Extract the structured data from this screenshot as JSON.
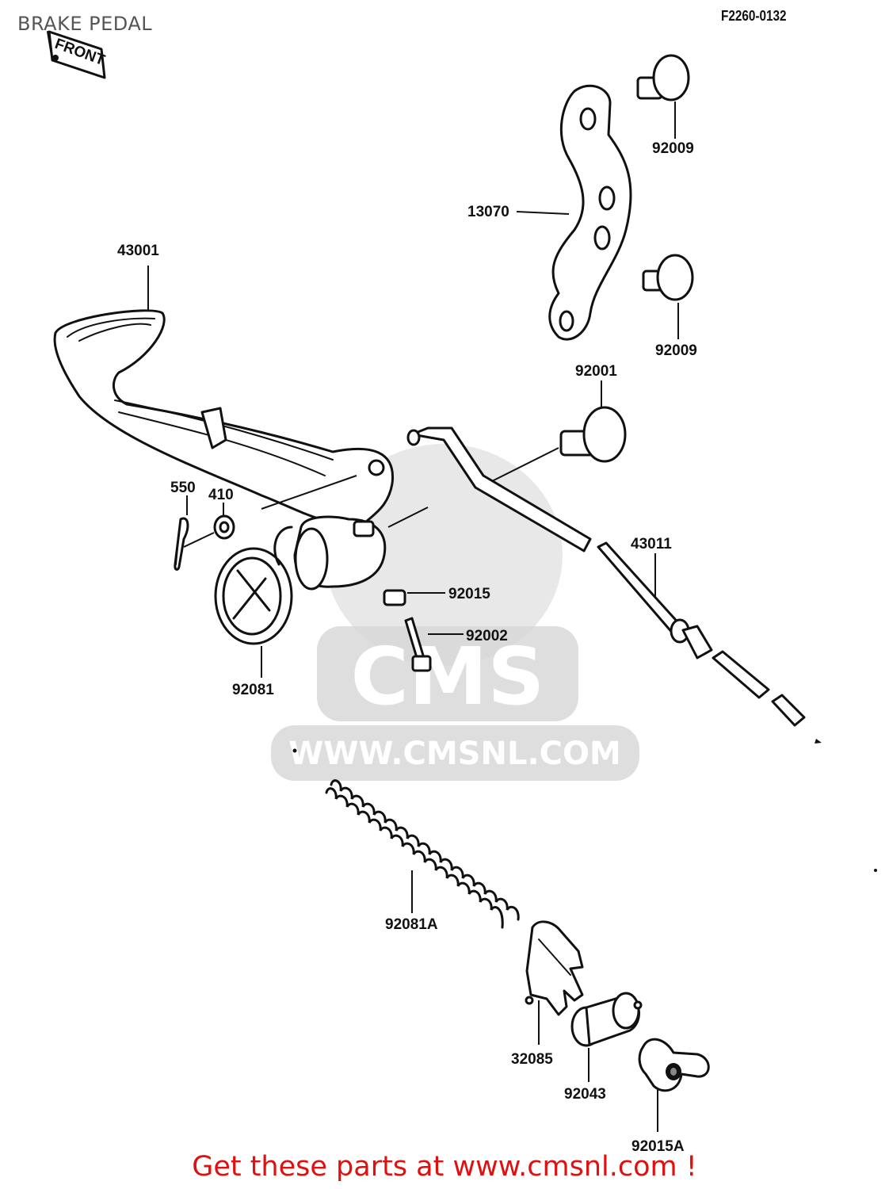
{
  "page": {
    "title": "BRAKE PEDAL",
    "figure_code": "F2260-0132",
    "footer": "Get these parts at www.cmsnl.com !"
  },
  "diagram": {
    "front_marker": "FRONT",
    "watermark": {
      "logo_text": "CMS",
      "url_text": "WWW.CMSNL.COM"
    },
    "parts": [
      {
        "id": "p-92009a",
        "number": "92009"
      },
      {
        "id": "p-13070",
        "number": "13070"
      },
      {
        "id": "p-43001",
        "number": "43001"
      },
      {
        "id": "p-92009b",
        "number": "92009"
      },
      {
        "id": "p-92001",
        "number": "92001"
      },
      {
        "id": "p-550",
        "number": "550"
      },
      {
        "id": "p-410",
        "number": "410"
      },
      {
        "id": "p-43011",
        "number": "43011"
      },
      {
        "id": "p-92015",
        "number": "92015"
      },
      {
        "id": "p-92002",
        "number": "92002"
      },
      {
        "id": "p-92081",
        "number": "92081"
      },
      {
        "id": "p-92081A",
        "number": "92081A"
      },
      {
        "id": "p-32085",
        "number": "32085"
      },
      {
        "id": "p-92043",
        "number": "92043"
      },
      {
        "id": "p-92015A",
        "number": "92015A"
      }
    ]
  }
}
